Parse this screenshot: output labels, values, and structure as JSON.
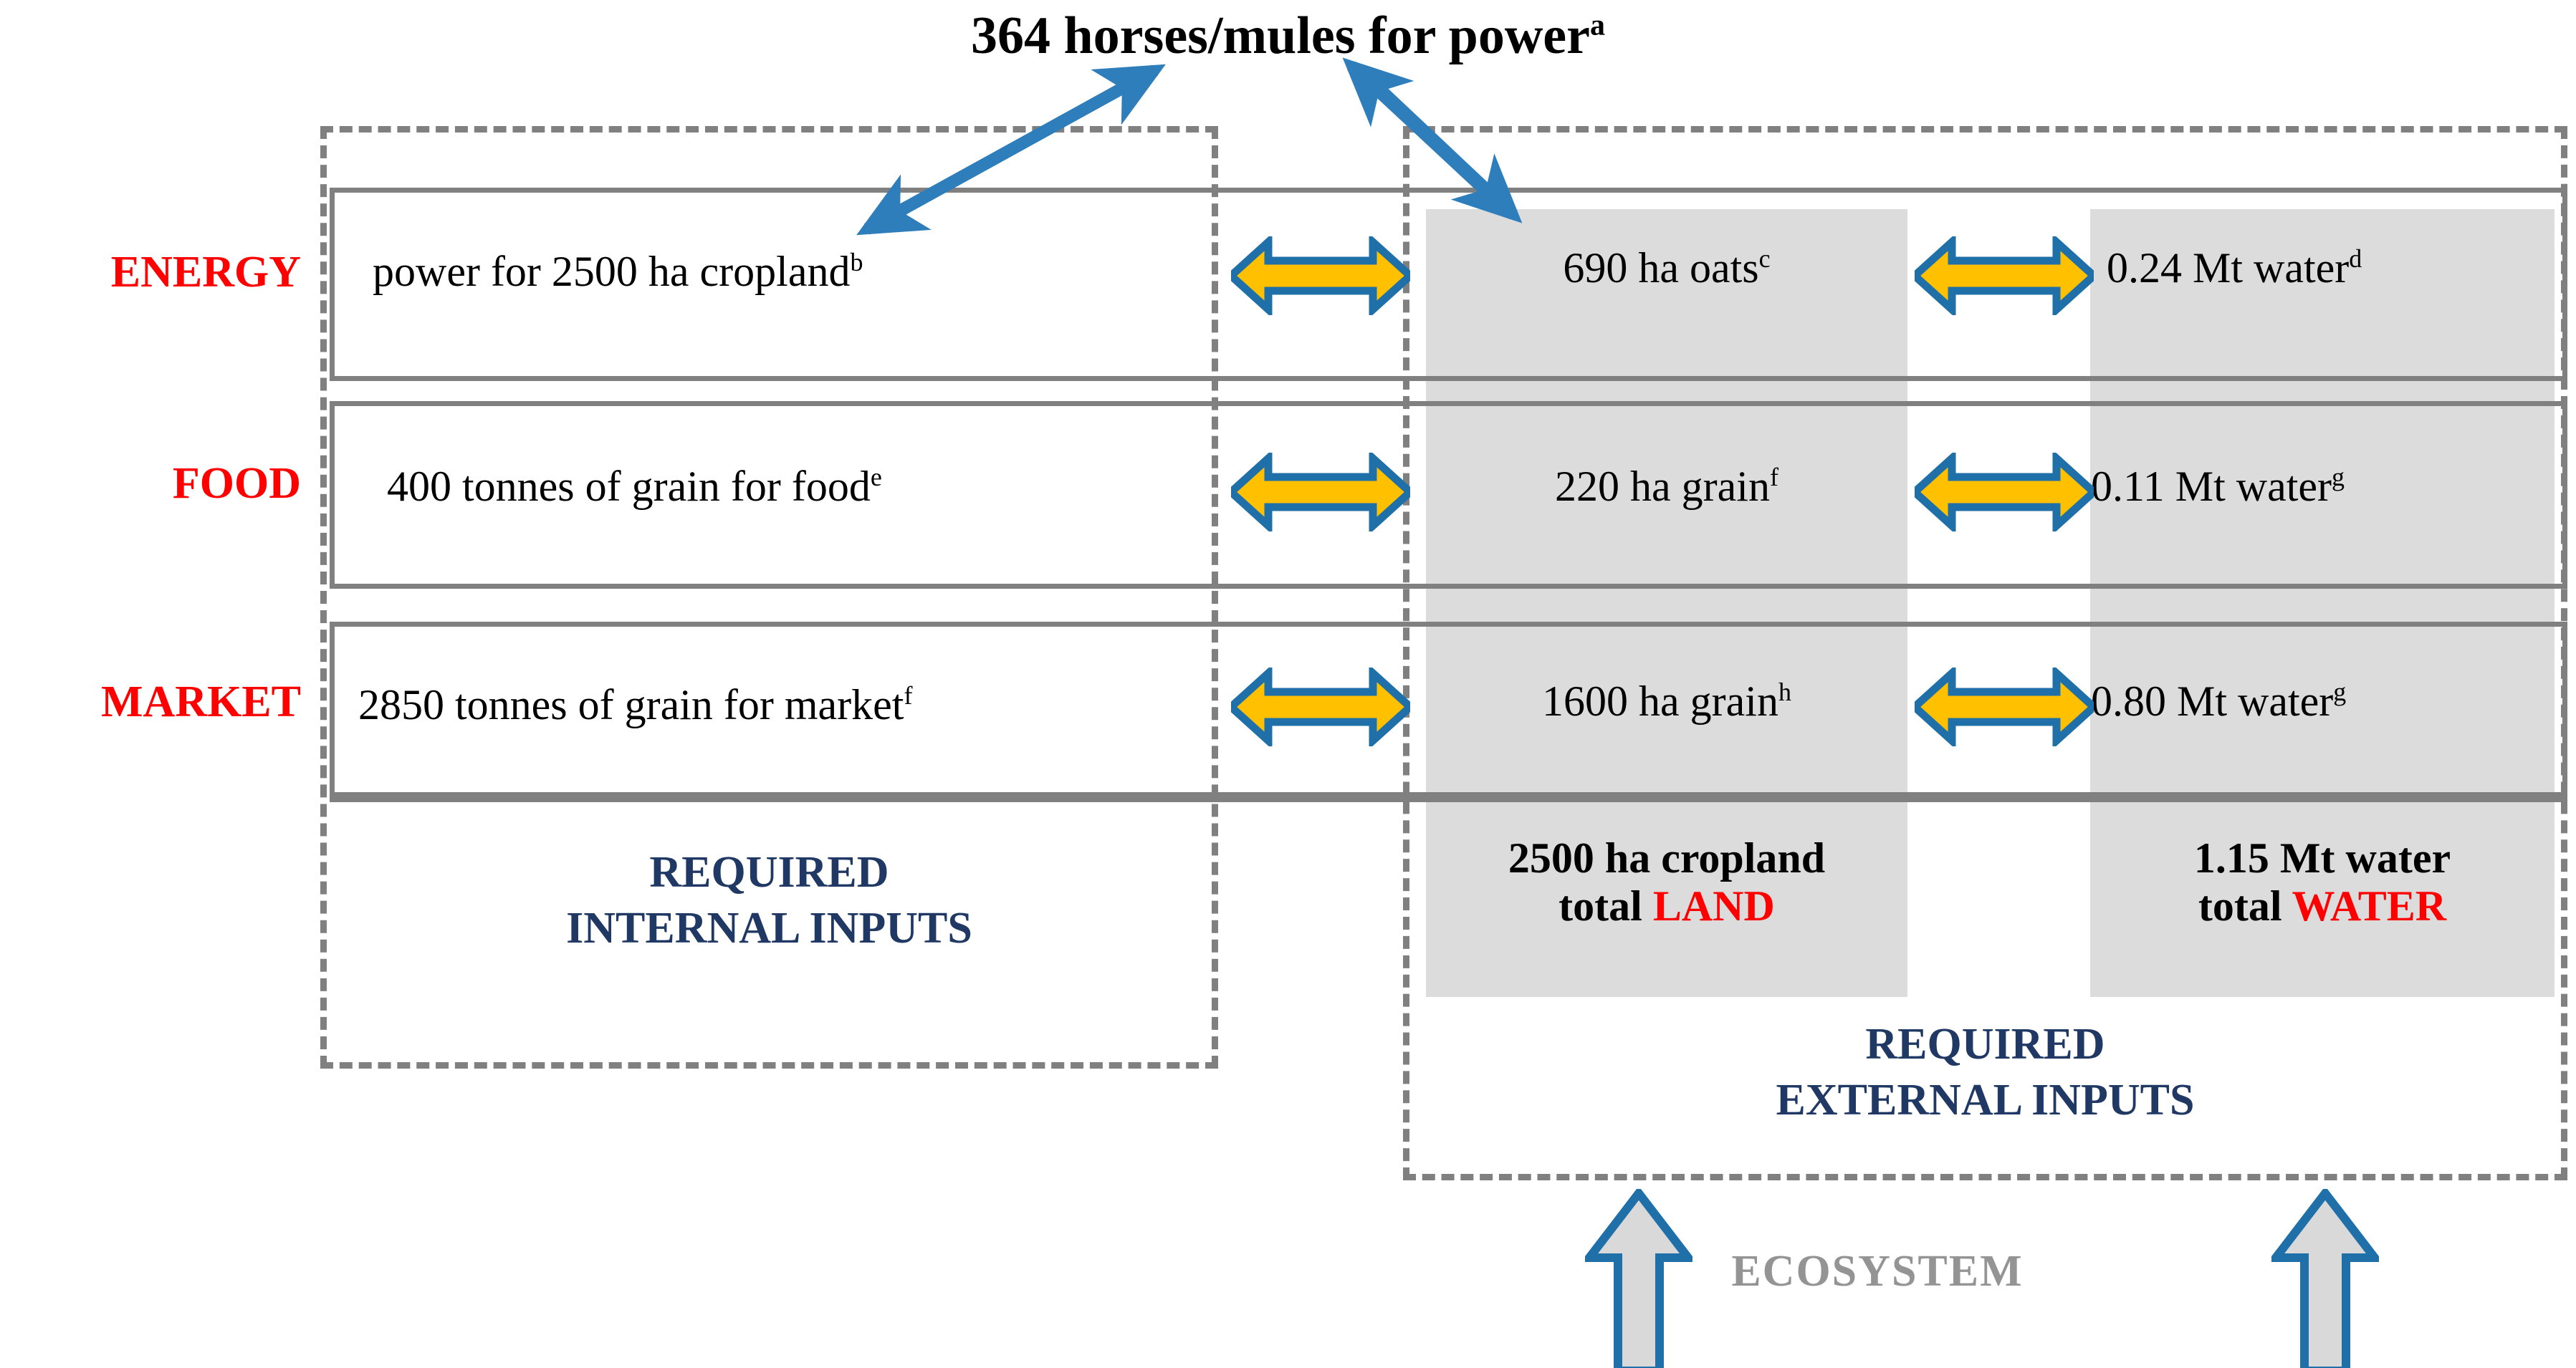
{
  "title": {
    "text": "364 horses/mules for power",
    "superscript": "a"
  },
  "row_labels": {
    "energy": "ENERGY",
    "food": "FOOD",
    "market": "MARKET"
  },
  "rows": [
    {
      "key": "energy",
      "label": "ENERGY",
      "internal": {
        "text": "power for 2500 ha cropland",
        "superscript": "b"
      },
      "land": {
        "text": "690 ha oats",
        "superscript": "c"
      },
      "water": {
        "text": "0.24 Mt water",
        "superscript": "d"
      }
    },
    {
      "key": "food",
      "label": "FOOD",
      "internal": {
        "text": "400 tonnes of grain for food",
        "superscript": "e"
      },
      "land": {
        "text": "220 ha grain",
        "superscript": "f"
      },
      "water": {
        "text": "0.11 Mt water",
        "superscript": "g"
      }
    },
    {
      "key": "market",
      "label": "MARKET",
      "internal": {
        "text": "2850 tonnes of grain for market",
        "superscript": "f"
      },
      "land": {
        "text": "1600 ha grain",
        "superscript": "h"
      },
      "water": {
        "text": "0.80 Mt water",
        "superscript": "g"
      }
    }
  ],
  "totals": {
    "land": {
      "amount": "2500 ha cropland",
      "prefix": "total ",
      "highlight": "LAND"
    },
    "water": {
      "amount": "1.15 Mt water",
      "prefix": "total ",
      "highlight": "WATER"
    }
  },
  "captions": {
    "internal_line1": "REQUIRED",
    "internal_line2": "INTERNAL INPUTS",
    "external_line1": "REQUIRED",
    "external_line2": "EXTERNAL INPUTS",
    "ecosystem": "ECOSYSTEM"
  },
  "icons": {
    "exchange_arrow": "double-headed-arrow-icon",
    "supply_arrow": "up-arrow-icon",
    "pointer_arrow": "pointer-arrow-icon"
  },
  "colors": {
    "accent_red": "#ff0000",
    "navy": "#1f3864",
    "arrow_yellow": "#ffc000",
    "arrow_blue_outline": "#1f6fa8",
    "pointer_blue": "#2e7ebb",
    "shade_gray": "#dcdcdc",
    "border_gray": "#808080",
    "ecosystem_gray": "#949494"
  }
}
